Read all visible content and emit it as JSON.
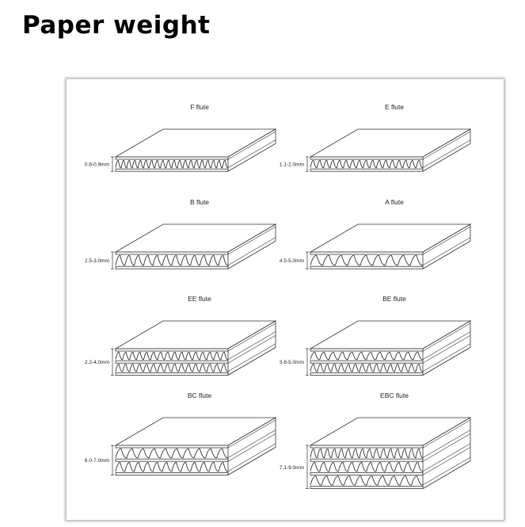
{
  "page": {
    "title": "Paper weight"
  },
  "flutes": [
    {
      "name": "F flute",
      "thickness": "0.6-0.9mm",
      "waves": [
        20
      ]
    },
    {
      "name": "E flute",
      "thickness": "1.1-2.0mm",
      "waves": [
        17
      ]
    },
    {
      "name": "B flute",
      "thickness": "2.5-3.0mm",
      "waves": [
        12
      ]
    },
    {
      "name": "A flute",
      "thickness": "4.5-5.0mm",
      "waves": [
        9
      ]
    },
    {
      "name": "EE flute",
      "thickness": "2.2-4.0mm",
      "waves": [
        16,
        16
      ]
    },
    {
      "name": "BE flute",
      "thickness": "3.6-5.0mm",
      "waves": [
        12,
        16
      ]
    },
    {
      "name": "BC flute",
      "thickness": "6.0-7.0mm",
      "waves": [
        10,
        12
      ]
    },
    {
      "name": "EBC flute",
      "thickness": "7.1-9.0mm",
      "waves": [
        16,
        12,
        10
      ]
    }
  ],
  "colors": {
    "line": "#333333",
    "panel_shadow": "#bbbbbb"
  }
}
